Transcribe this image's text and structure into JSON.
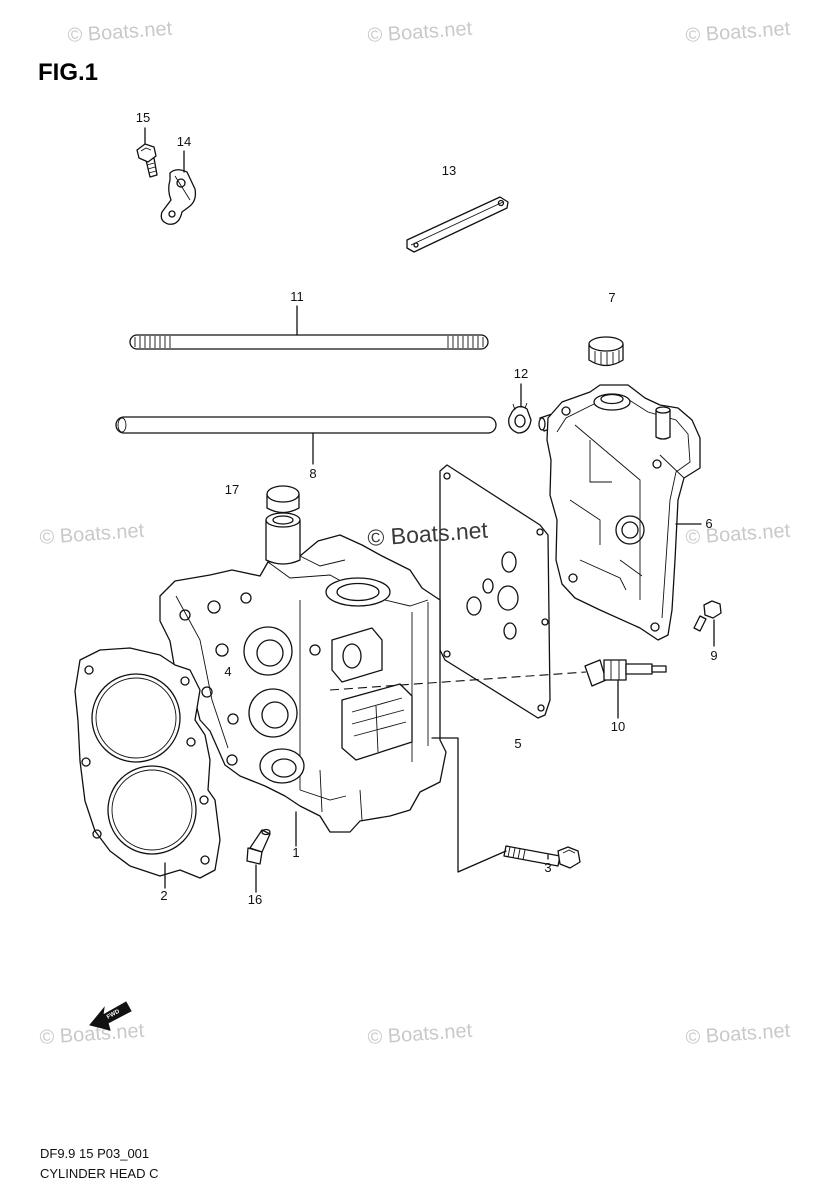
{
  "figure": {
    "title": "FIG.1"
  },
  "watermark": "© Boats.net",
  "center_watermark": "© Boats.net",
  "callouts": {
    "c1": "1",
    "c2": "2",
    "c3": "3",
    "c4": "4",
    "c5": "5",
    "c6": "6",
    "c7": "7",
    "c8": "8",
    "c9": "9",
    "c10": "10",
    "c11": "11",
    "c12": "12",
    "c13": "13",
    "c14": "14",
    "c15": "15",
    "c16": "16",
    "c17": "17"
  },
  "fwd_arrow": {
    "label": "FWD"
  },
  "footer": {
    "diagram_code": "DF9.9 15 P03_001",
    "section_title": "CYLINDER HEAD C"
  }
}
